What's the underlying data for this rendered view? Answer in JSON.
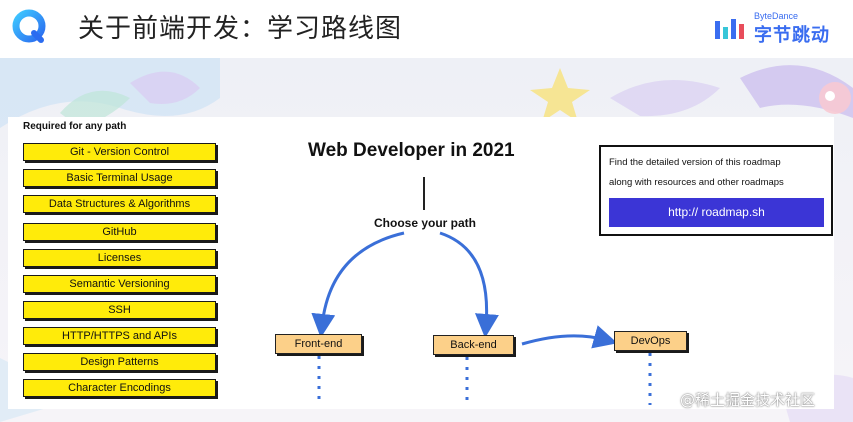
{
  "header": {
    "title": "关于前端开发：学习路线图",
    "app_icon": "qq-browser-logo-icon",
    "brand_en": "ByteDance",
    "brand_cn": "字节跳动",
    "brand_color": "#3a6df0"
  },
  "roadmap": {
    "required_title": "Required for any path",
    "required_items": [
      "Git - Version Control",
      "Basic Terminal Usage",
      "Data Structures & Algorithms",
      "GitHub",
      "Licenses",
      "Semantic Versioning",
      "SSH",
      "HTTP/HTTPS and APIs",
      "Design Patterns",
      "Character Encodings"
    ],
    "main_title": "Web Developer in 2021",
    "choose_label": "Choose your path",
    "paths": {
      "frontend": "Front-end",
      "backend": "Back-end",
      "devops": "DevOps"
    },
    "info": {
      "line1": "Find the detailed version of this roadmap",
      "line2": "along with resources and other roadmaps",
      "link": "http:// roadmap.sh"
    },
    "colors": {
      "required_pill": "#ffeb0a",
      "path_node": "#fcd089",
      "link_button": "#3b35d6",
      "arrow": "#3a6fd8"
    }
  },
  "watermark": "@稀土掘金技术社区"
}
